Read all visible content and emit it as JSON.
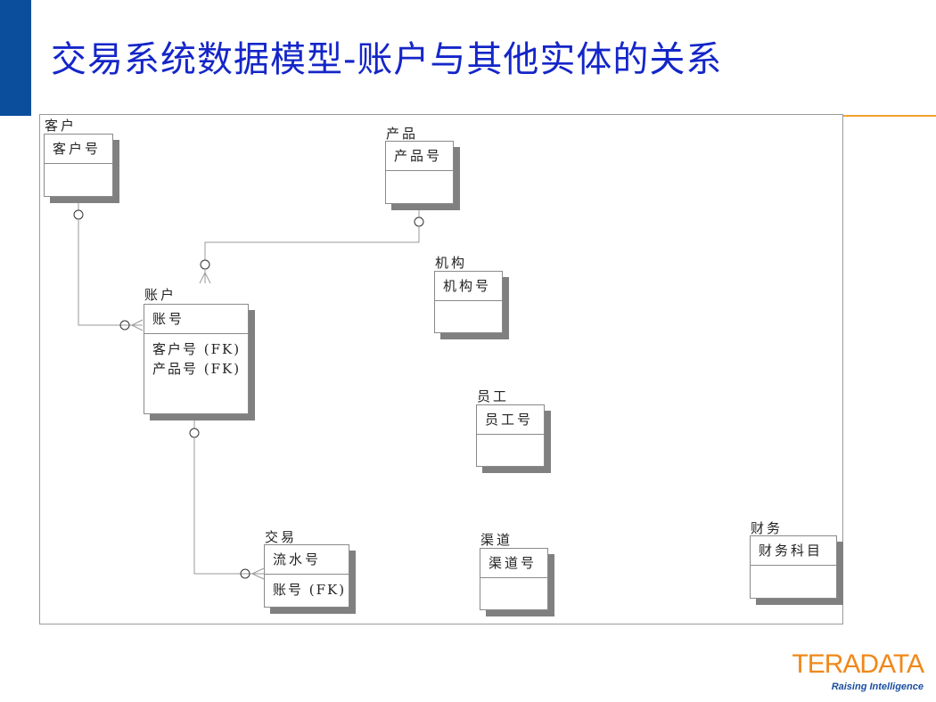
{
  "slide": {
    "title": "交易系统数据模型-账户与其他实体的关系"
  },
  "entities": {
    "customer": {
      "name": "客户",
      "key": "客户号",
      "attributes": []
    },
    "product": {
      "name": "产品",
      "key": "产品号",
      "attributes": []
    },
    "institution": {
      "name": "机构",
      "key": "机构号",
      "attributes": []
    },
    "account": {
      "name": "账户",
      "key": "账号",
      "attributes": [
        "客户号 (FK)",
        "产品号 (FK)"
      ]
    },
    "employee": {
      "name": "员工",
      "key": "员工号",
      "attributes": []
    },
    "transaction": {
      "name": "交易",
      "key": "流水号",
      "attributes": [
        "账号 (FK)"
      ]
    },
    "channel": {
      "name": "渠道",
      "key": "渠道号",
      "attributes": []
    },
    "finance": {
      "name": "财务",
      "key": "财务科目",
      "attributes": []
    }
  },
  "relationships": [
    {
      "from": "客户",
      "to": "账户",
      "notation": "zero-or-one to zero-or-many"
    },
    {
      "from": "产品",
      "to": "账户",
      "notation": "zero-or-one to zero-or-many"
    },
    {
      "from": "账户",
      "to": "交易",
      "notation": "zero-or-one to zero-or-many"
    }
  ],
  "logo": {
    "name": "TERADATA",
    "tagline": "Raising Intelligence"
  },
  "colors": {
    "title": "#1426c8",
    "side_bar": "#0b4f9c",
    "accent_line": "#f0a22a",
    "logo_name": "#f0881a",
    "logo_tagline": "#1a4ea0"
  }
}
